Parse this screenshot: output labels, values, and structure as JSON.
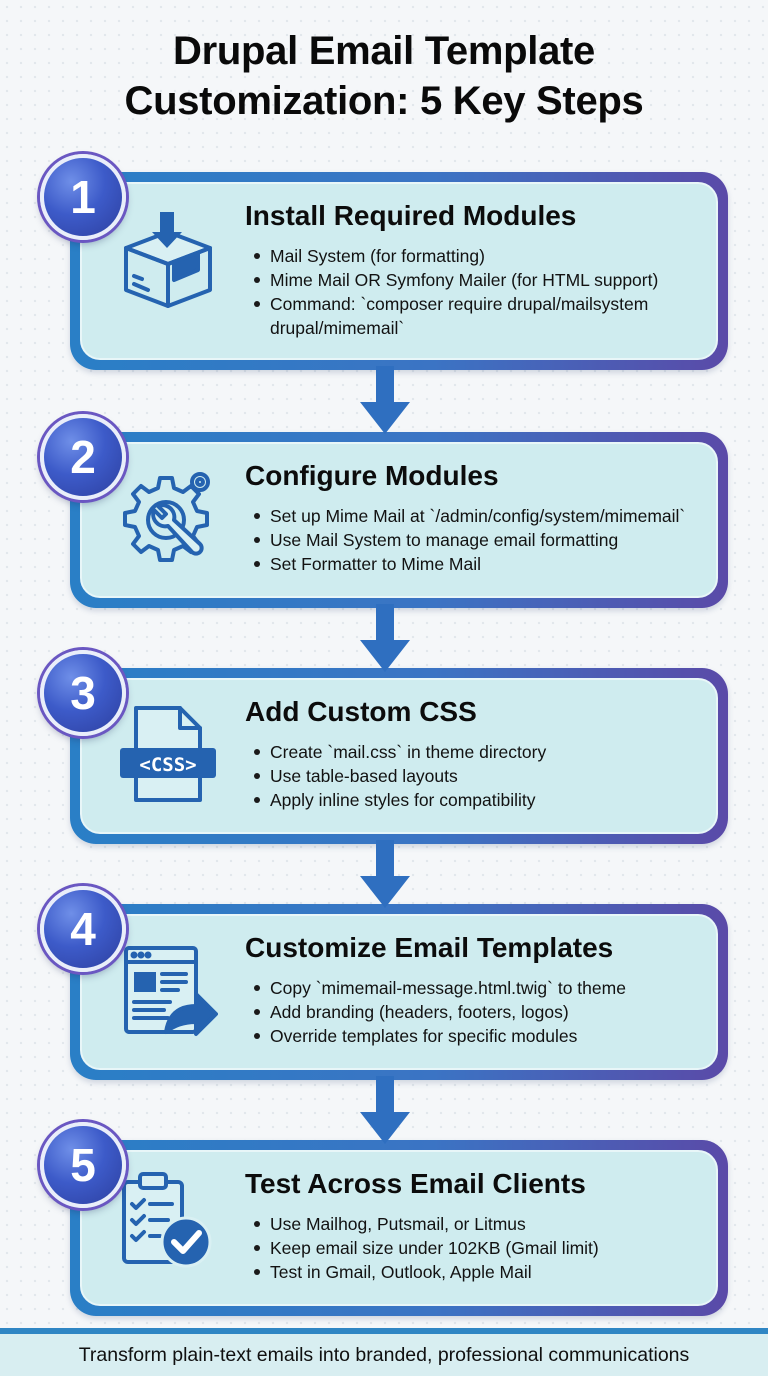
{
  "title": {
    "line1": "Drupal Email Template",
    "line2": "Customization: 5 Key Steps"
  },
  "steps": [
    {
      "number": "1",
      "title": "Install Required Modules",
      "icon": "box-download-icon",
      "bullets": [
        "Mail System (for formatting)",
        "Mime Mail OR Symfony Mailer (for HTML support)",
        "Command: `composer require drupal/mailsystem drupal/mimemail`"
      ]
    },
    {
      "number": "2",
      "title": "Configure Modules",
      "icon": "gear-wrench-icon",
      "bullets": [
        "Set up Mime Mail at `/admin/config/system/mimemail`",
        "Use Mail System to manage email formatting",
        "Set Formatter to Mime Mail"
      ]
    },
    {
      "number": "3",
      "title": "Add Custom CSS",
      "icon": "css-file-icon",
      "icon_text": "<CSS>",
      "bullets": [
        "Create `mail.css` in theme directory",
        "Use table-based layouts",
        "Apply inline styles for compatibility"
      ]
    },
    {
      "number": "4",
      "title": "Customize Email Templates",
      "icon": "template-window-icon",
      "bullets": [
        "Copy `mimemail-message.html.twig` to theme",
        "Add branding (headers, footers, logos)",
        "Override templates for specific modules"
      ]
    },
    {
      "number": "5",
      "title": "Test Across Email Clients",
      "icon": "checklist-check-icon",
      "bullets": [
        "Use Mailhog, Putsmail, or Litmus",
        "Keep email size under 102KB (Gmail limit)",
        "Test in Gmail, Outlook, Apple Mail"
      ]
    }
  ],
  "footer": "Transform plain-text emails into branded, professional communications",
  "colors": {
    "card_fill": "#cfecef",
    "border_blue": "#2a7fc6",
    "border_purple": "#5a4aa8",
    "badge": "#3d5bc9",
    "arrow": "#2f6fc0",
    "icon_stroke": "#2563b0"
  }
}
